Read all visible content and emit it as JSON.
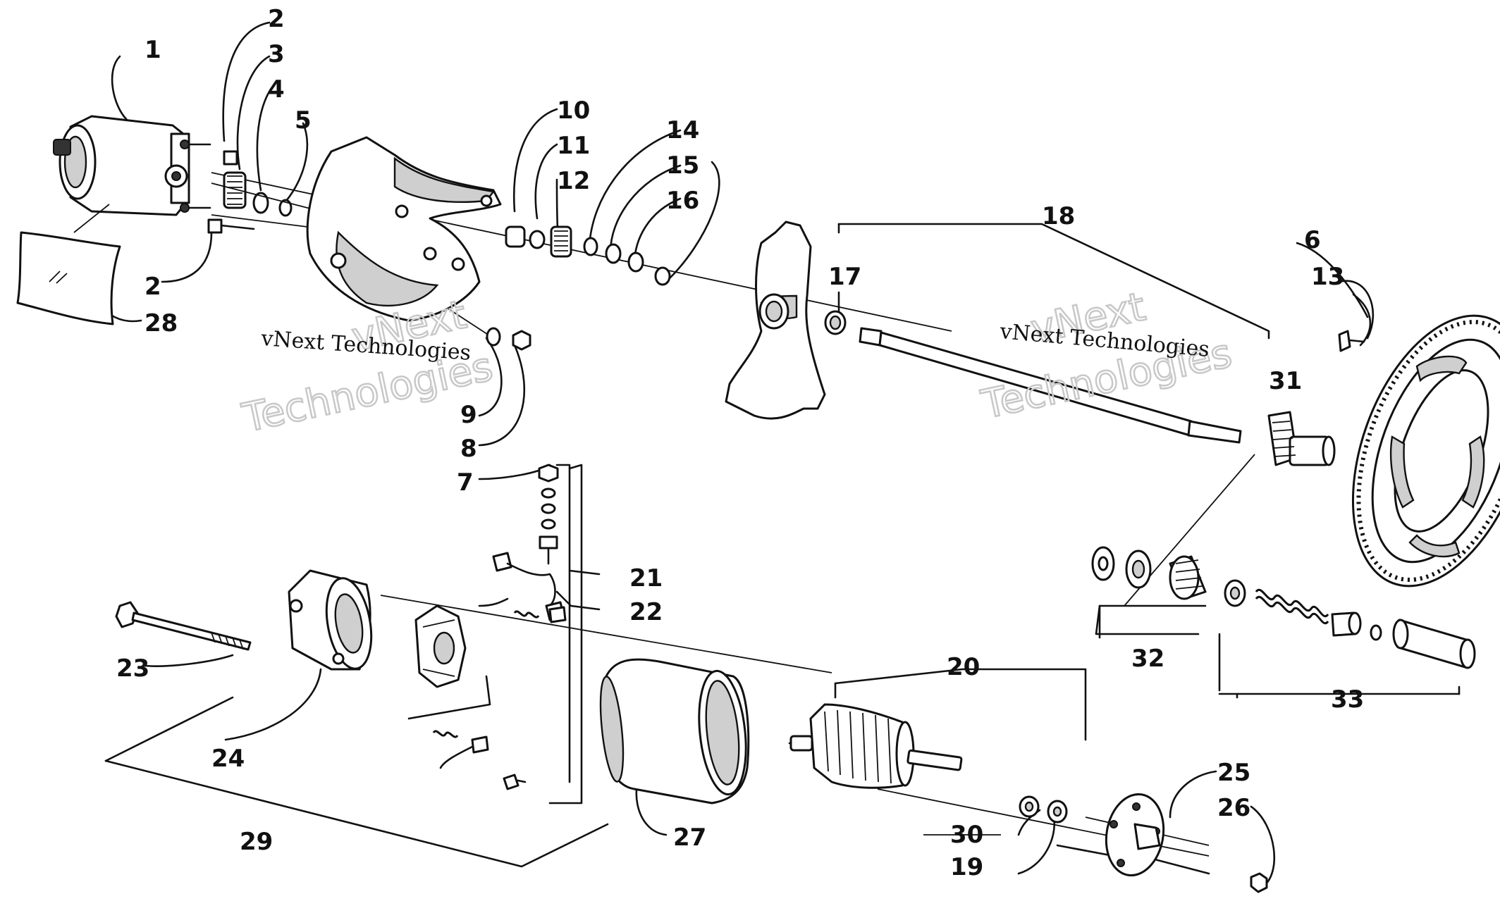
{
  "watermark": {
    "line1": "vNext Technologies",
    "big_line1": "vNext",
    "big_line2": "Technologies"
  },
  "callouts": [
    "1",
    "2",
    "3",
    "4",
    "5",
    "2",
    "28",
    "9",
    "8",
    "10",
    "11",
    "12",
    "14",
    "15",
    "16",
    "17",
    "18",
    "31",
    "6",
    "13",
    "7",
    "21",
    "22",
    "23",
    "24",
    "29",
    "27",
    "20",
    "30",
    "19",
    "25",
    "26",
    "32",
    "33"
  ]
}
